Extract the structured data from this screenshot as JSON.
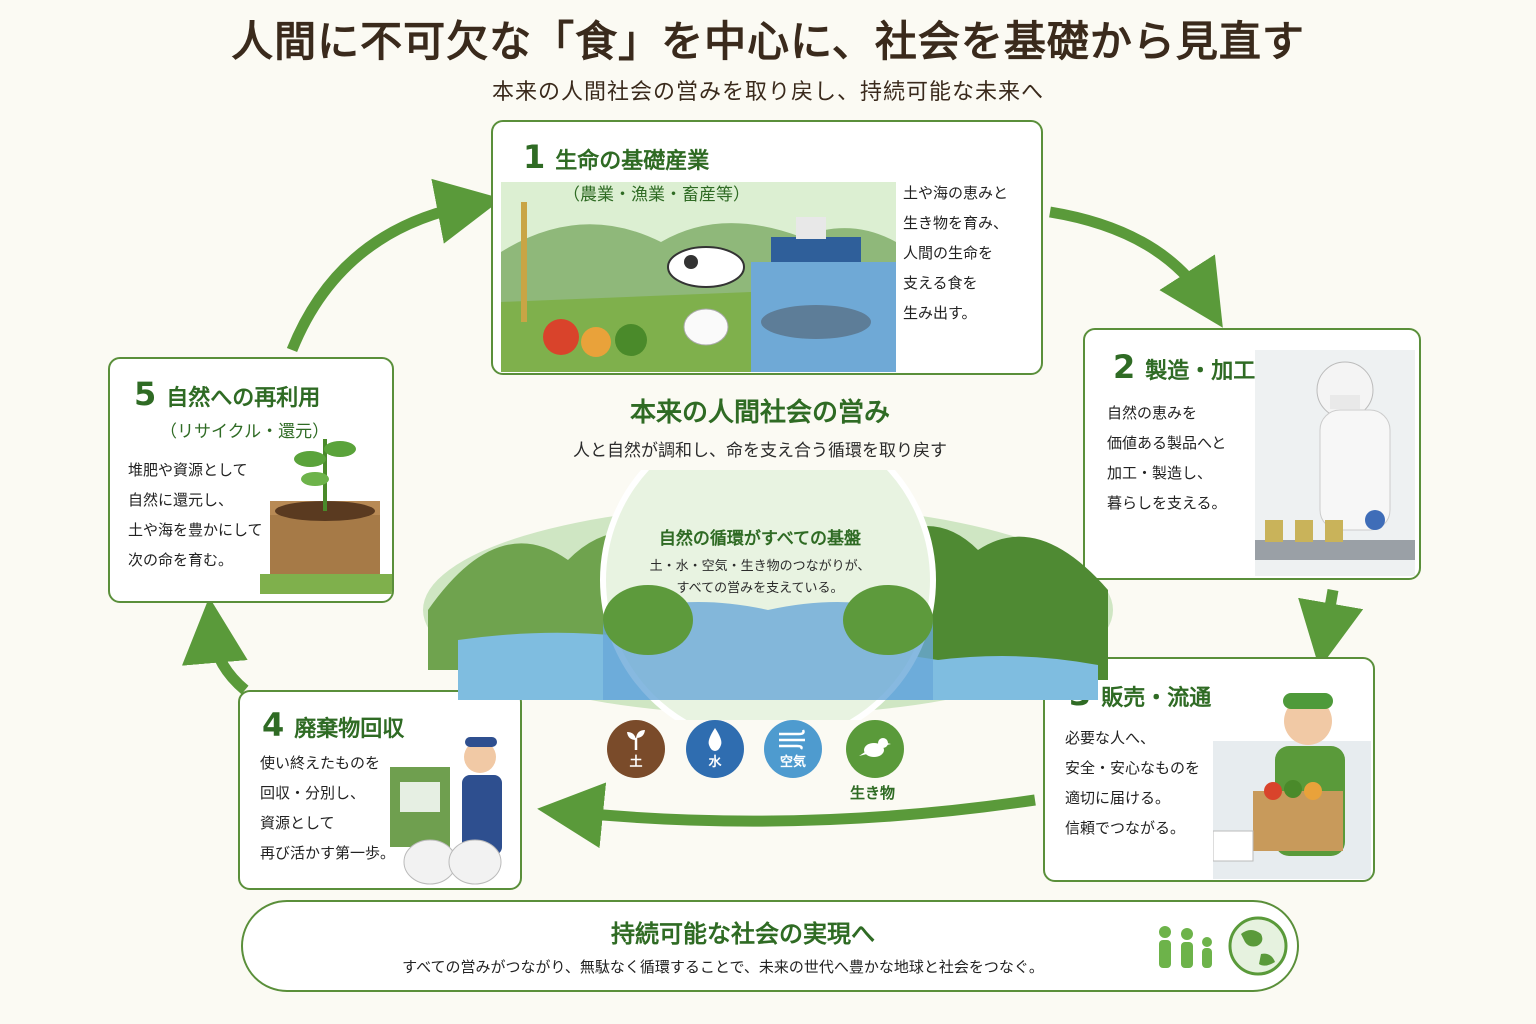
{
  "title": "人間に不可欠な「食」を中心に、社会を基礎から見直す",
  "subtitle": "本来の人間社会の営みを取り戻し、持続可能な未来へ",
  "steps": [
    {
      "number": "1",
      "title": "生命の基礎産業",
      "subtitle": "（農業・漁業・畜産等）",
      "description": "土や海の恵みと\n生き物を育み、\n人間の生命を\n支える食を\n生み出す。"
    },
    {
      "number": "2",
      "title": "製造・加工",
      "subtitle": "",
      "description": "自然の恵みを\n価値ある製品へと\n加工・製造し、\n暮らしを支える。"
    },
    {
      "number": "3",
      "title": "販売・流通",
      "subtitle": "",
      "description": "必要な人へ、\n安全・安心なものを\n適切に届ける。\n信頼でつながる。"
    },
    {
      "number": "4",
      "title": "廃棄物回収",
      "subtitle": "",
      "description": "使い終えたものを\n回収・分別し、\n資源として\n再び活かす第一歩。"
    },
    {
      "number": "5",
      "title": "自然への再利用",
      "subtitle": "（リサイクル・還元）",
      "description": "堆肥や資源として\n自然に還元し、\n土や海を豊かにして\n次の命を育む。"
    }
  ],
  "center": {
    "title": "本来の人間社会の営み",
    "subtitle": "人と自然が調和し、命を支え合う循環を取り戻す",
    "inner_title": "自然の循環がすべての基盤",
    "inner_description": "土・水・空気・生き物のつながりが、\nすべての営みを支えている。"
  },
  "elements": [
    {
      "label": "土",
      "color": "#7a4b2a",
      "icon": "sprout-icon"
    },
    {
      "label": "水",
      "color": "#2f6db0",
      "icon": "water-drop-icon"
    },
    {
      "label": "空気",
      "color": "#4e9bcf",
      "icon": "wind-icon"
    },
    {
      "label": "生き物",
      "color": "#5a9a3a",
      "icon": "bird-icon"
    }
  ],
  "footer": {
    "title": "持続可能な社会の実現へ",
    "description": "すべての営みがつながり、無駄なく循環することで、未来の世代へ豊かな地球と社会をつなぐ。"
  },
  "colors": {
    "accent": "#2f6b24",
    "border": "#5a8f3a",
    "arrow": "#5a9a3a",
    "background": "#fbfaf3"
  }
}
